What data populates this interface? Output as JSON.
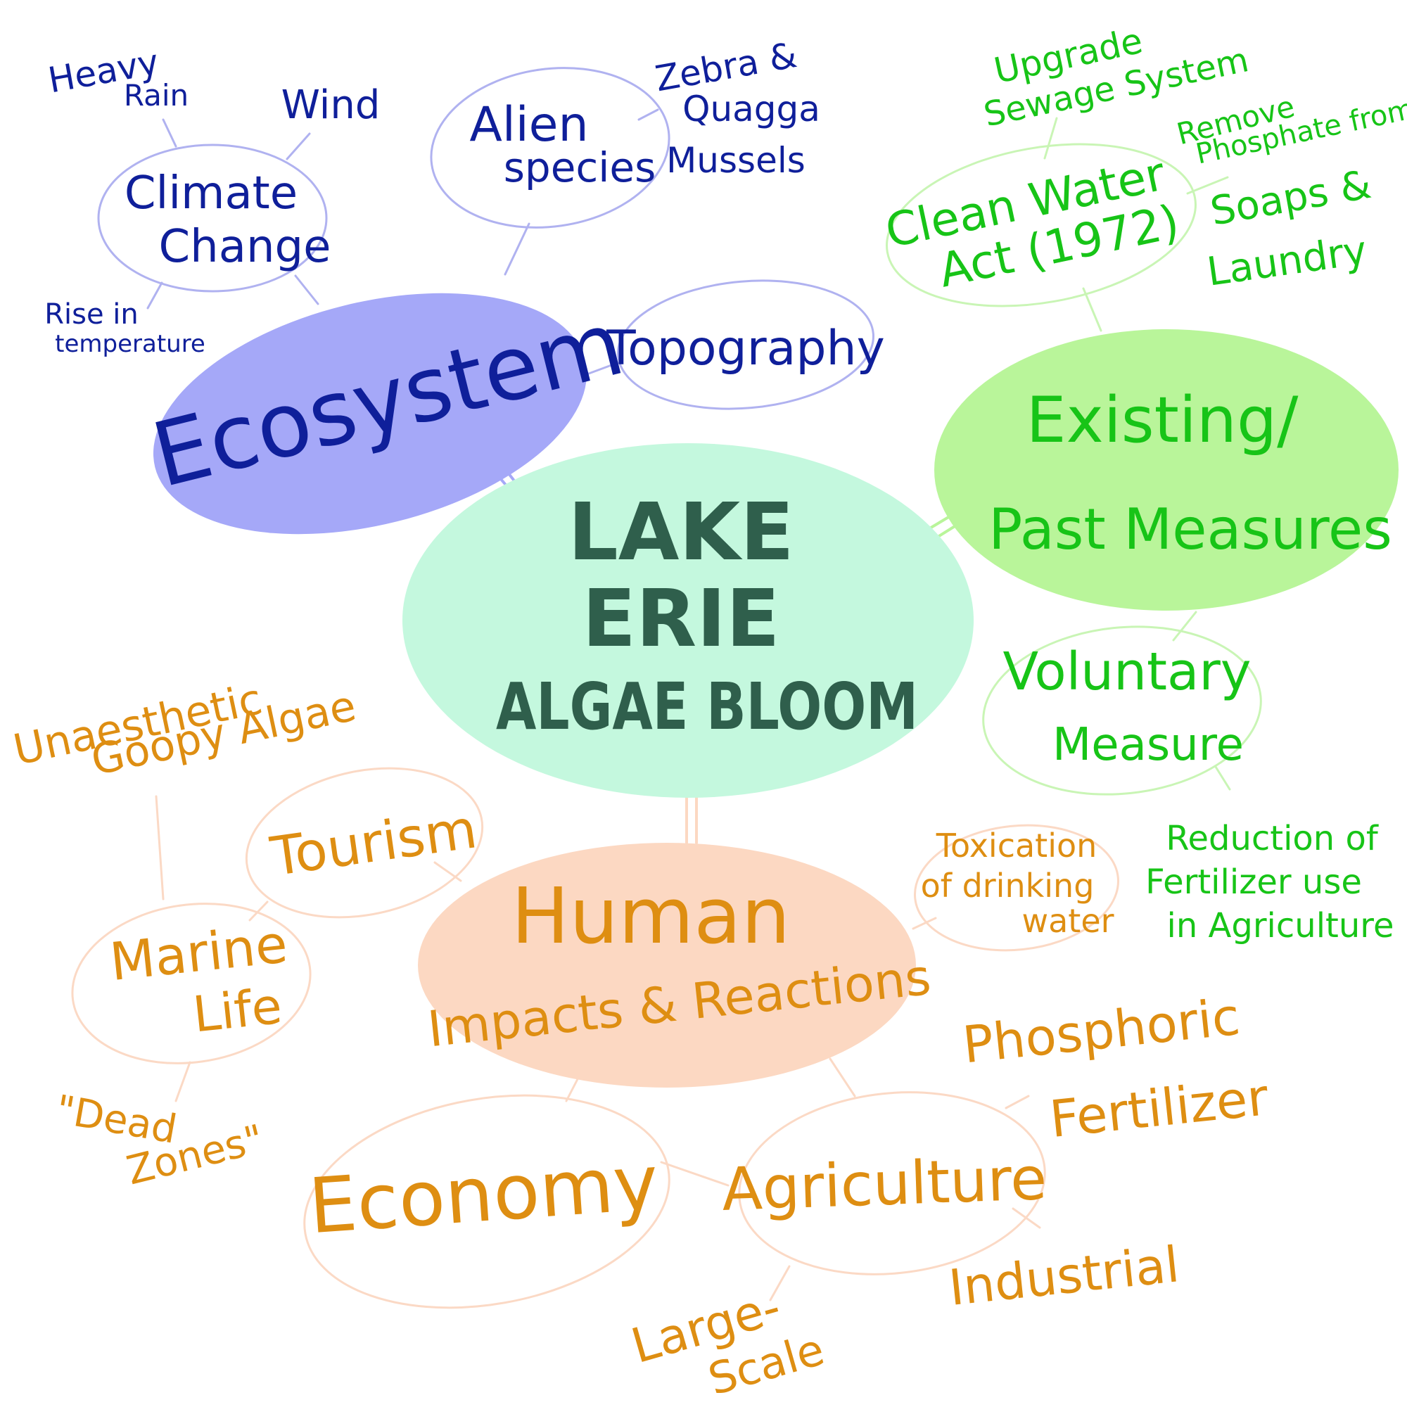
{
  "colors": {
    "background": "#ffffff",
    "center_fill": "#c4f8de",
    "center_text": "#2f5f4c",
    "ecosystem_fill": "#a5a8f8",
    "ecosystem_outline": "#b0b2f0",
    "ecosystem_text": "#0f1f9a",
    "measures_fill": "#b9f59a",
    "measures_outline": "#c9f5b5",
    "measures_text": "#17c417",
    "human_fill": "#fcd8c2",
    "human_outline": "#fbd9c5",
    "human_text": "#de8e12"
  },
  "center": {
    "line1": "LAKE",
    "line2": "ERIE",
    "line3": "ALGAE BLOOM"
  },
  "ecosystem": {
    "title": "Ecosystem",
    "climate_change": {
      "line1": "Climate",
      "line2": "Change",
      "heavy_rain": {
        "line1": "Heavy",
        "line2": "Rain"
      },
      "wind": "Wind",
      "rise_in_temperature": {
        "line1": "Rise in",
        "line2": "temperature"
      }
    },
    "alien_species": {
      "line1": "Alien",
      "line2": "species",
      "zebra_quagga": {
        "line1": "Zebra &",
        "line2": "Quagga",
        "line3": "Mussels"
      }
    },
    "topography": "Topography"
  },
  "measures": {
    "title": {
      "line1": "Existing/",
      "line2": "Past Measures"
    },
    "clean_water_act": {
      "line1": "Clean Water",
      "line2": "Act (1972)",
      "upgrade_sewage": {
        "line1": "Upgrade",
        "line2": "Sewage System"
      },
      "remove_phosphate": {
        "line1": "Remove",
        "line2": "Phosphate from",
        "line3": "Soaps &",
        "line4": "Laundry"
      }
    },
    "voluntary_measure": {
      "line1": "Voluntary",
      "line2": "Measure",
      "reduction_fertilizer": {
        "line1": "Reduction of",
        "line2": "Fertilizer use",
        "line3": "in Agriculture"
      }
    }
  },
  "human": {
    "title": {
      "line1": "Human",
      "line2": "Impacts & Reactions"
    },
    "tourism": {
      "label": "Tourism",
      "unaesthetic": {
        "line1": "Unaesthetic",
        "line2": "Goopy Algae"
      }
    },
    "marine_life": {
      "line1": "Marine",
      "line2": "Life",
      "dead_zones": {
        "line1": "\"Dead",
        "line2": "Zones\""
      }
    },
    "toxication": {
      "line1": "Toxication",
      "line2": "of drinking",
      "line3": "water"
    },
    "economy": "Economy",
    "agriculture": {
      "label": "Agriculture",
      "phosphoric_fertilizer": {
        "line1": "Phosphoric",
        "line2": "Fertilizer"
      },
      "industrial": "Industrial",
      "large_scale": {
        "line1": "Large-",
        "line2": "Scale"
      }
    }
  }
}
